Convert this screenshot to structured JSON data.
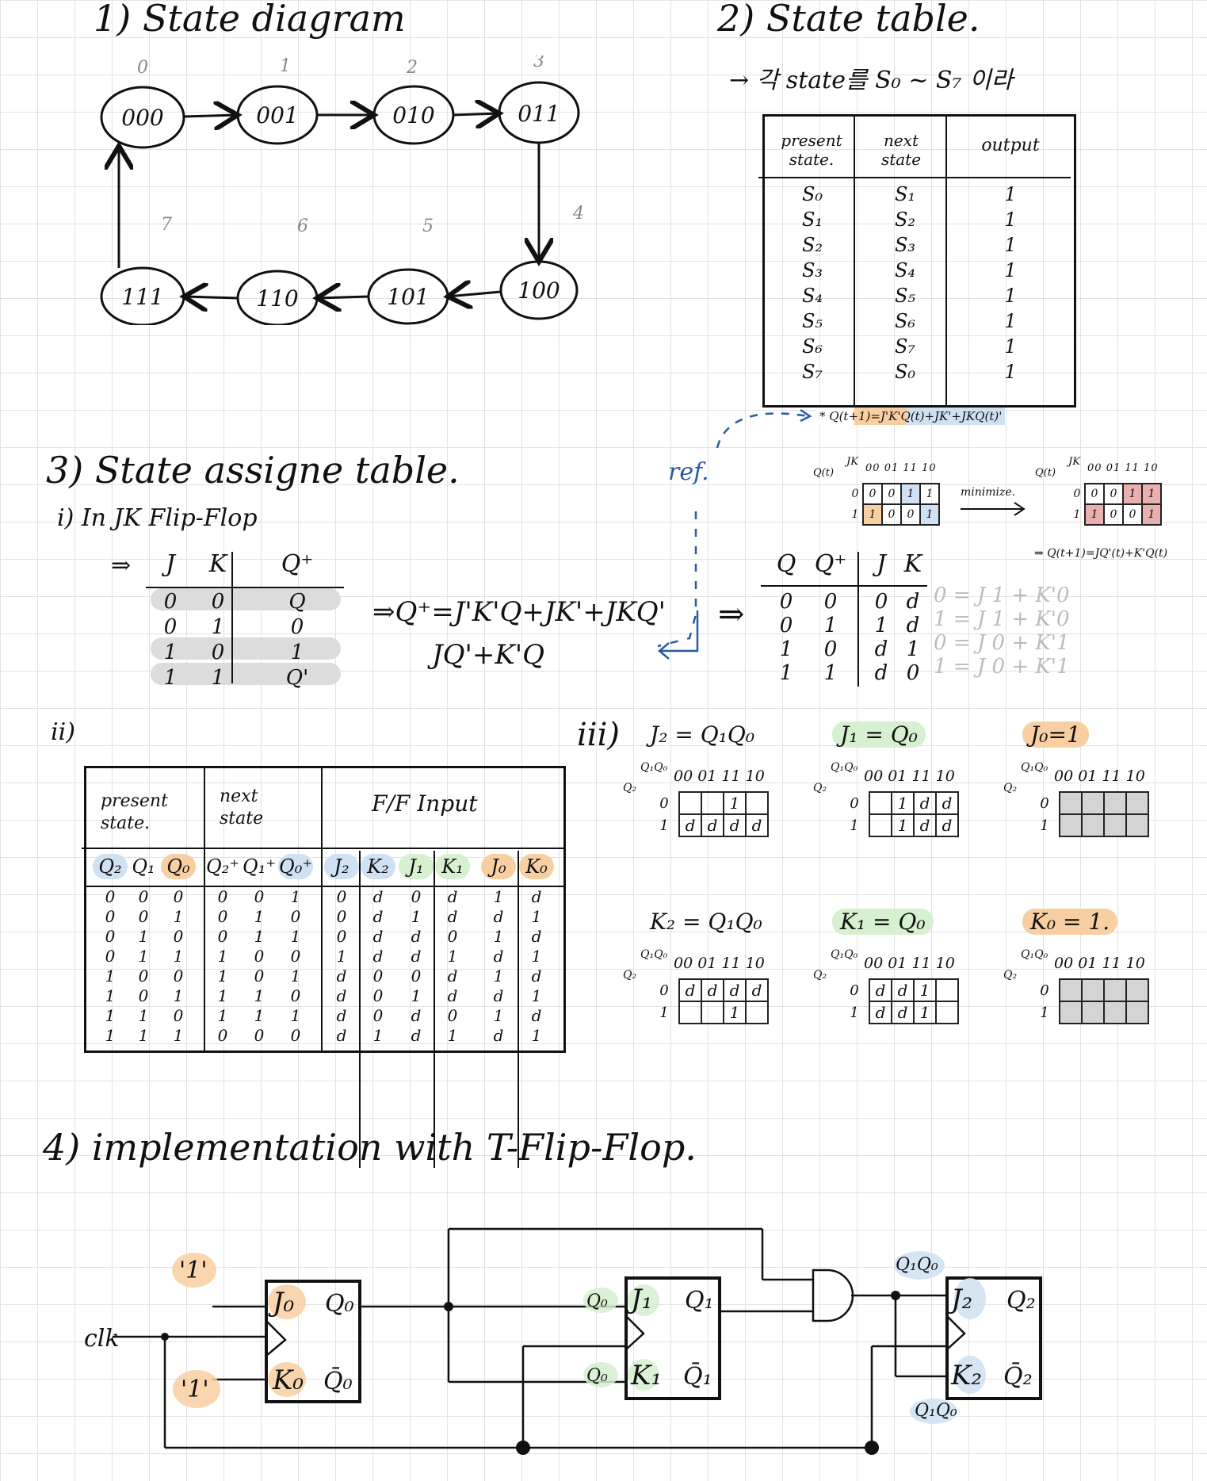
{
  "section1": {
    "title": "1) State diagram",
    "states": [
      "000",
      "001",
      "010",
      "011",
      "100",
      "101",
      "110",
      "111"
    ],
    "state_indices": [
      "0",
      "1",
      "2",
      "3",
      "4",
      "5",
      "6",
      "7"
    ]
  },
  "section2": {
    "title": "2) State table.",
    "note": "→ 각 state를 S₀ ~ S₇ 이라",
    "headers": [
      "present state.",
      "next state",
      "output"
    ],
    "present": [
      "S₀",
      "S₁",
      "S₂",
      "S₃",
      "S₄",
      "S₅",
      "S₆",
      "S₇"
    ],
    "next": [
      "S₁",
      "S₂",
      "S₃",
      "S₄",
      "S₅",
      "S₆",
      "S₇",
      "S₀"
    ],
    "output": [
      "1",
      "1",
      "1",
      "1",
      "1",
      "1",
      "1",
      "1"
    ]
  },
  "ref_note": {
    "ref_label": "ref.",
    "equation": "* Q(t+1)=J'K'Q(t)+JK'+JKQ(t)'",
    "kmap_row_label": "Q(t)",
    "kmap_col_label": "JK",
    "kmap_cols": [
      "00",
      "01",
      "11",
      "10"
    ],
    "kmap_rows": [
      "0",
      "1"
    ],
    "kmap_cells": [
      [
        "0",
        "0",
        "1",
        "1"
      ],
      [
        "1",
        "0",
        "0",
        "1"
      ]
    ],
    "minimize": "minimize.",
    "result": "⇒ Q(t+1)=JQ'(t)+K'Q(t)"
  },
  "section3": {
    "title": "3) State assigne table.",
    "part1_title": "i) In JK Flip-Flop",
    "jk_headers": [
      "J",
      "K",
      "Q⁺"
    ],
    "jk_rows": [
      [
        "0",
        "0",
        "Q"
      ],
      [
        "0",
        "1",
        "0"
      ],
      [
        "1",
        "0",
        "1"
      ],
      [
        "1",
        "1",
        "Q'"
      ]
    ],
    "eq1": "⇒Q⁺=J'K'Q+JK'+JKQ'",
    "eq2": "JQ'+K'Q",
    "excite_headers": [
      "Q",
      "Q⁺",
      "J",
      "K"
    ],
    "excite_rows": [
      [
        "0",
        "0",
        "0",
        "d"
      ],
      [
        "0",
        "1",
        "1",
        "d"
      ],
      [
        "1",
        "0",
        "d",
        "1"
      ],
      [
        "1",
        "1",
        "d",
        "0"
      ]
    ],
    "excite_notes": [
      "0 = J 1 + K'0",
      "1 = J 1 + K'0",
      "0 = J 0 + K'1",
      "1 = J 0 + K'1"
    ],
    "part2_title": "ii)",
    "table_headers": [
      "present state.",
      "next state",
      "F/F Input"
    ],
    "sub_headers": [
      "Q₂",
      "Q₁",
      "Q₀",
      "Q₂⁺",
      "Q₁⁺",
      "Q₀⁺",
      "J₂",
      "K₂",
      "J₁",
      "K₁",
      "J₀",
      "K₀"
    ],
    "rows": [
      [
        "0",
        "0",
        "0",
        "0",
        "0",
        "1",
        "0",
        "d",
        "0",
        "d",
        "1",
        "d"
      ],
      [
        "0",
        "0",
        "1",
        "0",
        "1",
        "0",
        "0",
        "d",
        "1",
        "d",
        "d",
        "1"
      ],
      [
        "0",
        "1",
        "0",
        "0",
        "1",
        "1",
        "0",
        "d",
        "d",
        "0",
        "1",
        "d"
      ],
      [
        "0",
        "1",
        "1",
        "1",
        "0",
        "0",
        "1",
        "d",
        "d",
        "1",
        "d",
        "1"
      ],
      [
        "1",
        "0",
        "0",
        "1",
        "0",
        "1",
        "d",
        "0",
        "0",
        "d",
        "1",
        "d"
      ],
      [
        "1",
        "0",
        "1",
        "1",
        "1",
        "0",
        "d",
        "0",
        "1",
        "d",
        "d",
        "1"
      ],
      [
        "1",
        "1",
        "0",
        "1",
        "1",
        "1",
        "d",
        "0",
        "d",
        "0",
        "1",
        "d"
      ],
      [
        "1",
        "1",
        "1",
        "0",
        "0",
        "0",
        "d",
        "1",
        "d",
        "1",
        "d",
        "1"
      ]
    ],
    "part3_title": "iii)",
    "kmaps": [
      {
        "label": "J₂ = Q₁Q₀",
        "row": "Q₂",
        "col": "Q₁Q₀",
        "cols": "00 01 11 10",
        "cells": [
          [
            "",
            "",
            "1",
            ""
          ],
          [
            "d",
            "d",
            "d",
            "d"
          ]
        ],
        "shade": []
      },
      {
        "label": "J₁ = Q₀",
        "row": "Q₂",
        "col": "Q₁Q₀",
        "cols": "00 01 11 10",
        "cells": [
          [
            "",
            "1",
            "d",
            "d"
          ],
          [
            "",
            "1",
            "d",
            "d"
          ]
        ],
        "shade": []
      },
      {
        "label": "J₀=1",
        "row": "Q₂",
        "col": "Q₁Q₀",
        "cols": "00 01 11 10",
        "cells": [
          [
            "",
            "",
            "",
            ""
          ],
          [
            "",
            "",
            "",
            ""
          ]
        ],
        "shade": [
          "all"
        ]
      },
      {
        "label": "K₂ = Q₁Q₀",
        "row": "Q₂",
        "col": "Q₁Q₀",
        "cols": "00 01 11 10",
        "cells": [
          [
            "d",
            "d",
            "d",
            "d"
          ],
          [
            "",
            "",
            "1",
            ""
          ]
        ],
        "shade": []
      },
      {
        "label": "K₁ = Q₀",
        "row": "Q₂",
        "col": "Q₁Q₀",
        "cols": "00 01 11 10",
        "cells": [
          [
            "d",
            "d",
            "1",
            ""
          ],
          [
            "d",
            "d",
            "1",
            ""
          ]
        ],
        "shade": []
      },
      {
        "label": "K₀ = 1.",
        "row": "Q₂",
        "col": "Q₁Q₀",
        "cols": "00 01 11 10",
        "cells": [
          [
            "",
            "",
            "",
            ""
          ],
          [
            "",
            "",
            "",
            ""
          ]
        ],
        "shade": [
          "all"
        ]
      }
    ],
    "row_vals": [
      "0",
      "1"
    ]
  },
  "section4": {
    "title": "4) implementation with T-Flip-Flop.",
    "clk": "clk",
    "one_a": "'1'",
    "one_b": "'1'",
    "ff0": {
      "j": "J₀",
      "k": "K₀",
      "q": "Q₀",
      "qb": "Q̄₀"
    },
    "ff1": {
      "j": "J₁",
      "k": "K₁",
      "q": "Q₁",
      "qb": "Q̄₁",
      "jin": "Q₀",
      "kin": "Q₀"
    },
    "ff2": {
      "j": "J₂",
      "k": "K₂",
      "q": "Q₂",
      "qb": "Q̄₂",
      "jin": "Q₁Q₀",
      "kin": "Q₁Q₀"
    }
  },
  "colors": {
    "blue": "#cfe1f3",
    "green": "#d6f0d0",
    "orange": "#f8cfa2",
    "gray": "#dcdcdc",
    "red": "#eab0b0",
    "ref": "#2c5aa0"
  }
}
